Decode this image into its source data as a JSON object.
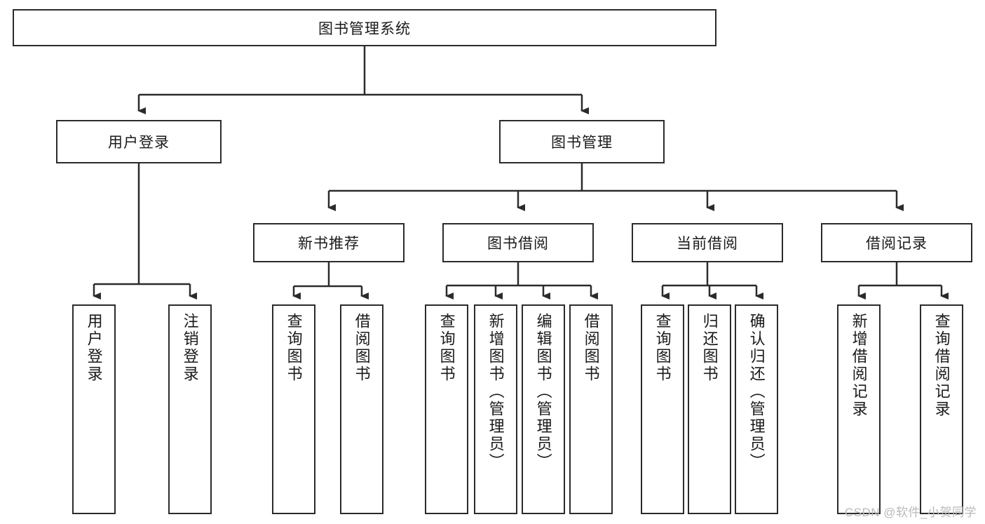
{
  "diagram": {
    "title": "图书管理系统",
    "type": "tree-hierarchy-chart",
    "watermark": "CSDN @软件_小贺同学",
    "colors": {
      "box_border": "#2b2b2b",
      "box_fill": "#ffffff",
      "line": "#2b2b2b",
      "text": "#1a1a1a",
      "watermark": "#b9b9b9"
    },
    "root": {
      "label": "图书管理系统"
    },
    "level2": [
      {
        "label": "用户登录"
      },
      {
        "label": "图书管理"
      }
    ],
    "level3": [
      {
        "label": "新书推荐"
      },
      {
        "label": "图书借阅"
      },
      {
        "label": "当前借阅"
      },
      {
        "label": "借阅记录"
      }
    ],
    "leaves": {
      "user_login": [
        {
          "label": "用户登录"
        },
        {
          "label": "注销登录"
        }
      ],
      "new_book_recommend": [
        {
          "label": "查询图书"
        },
        {
          "label": "借阅图书"
        }
      ],
      "book_borrow": [
        {
          "label": "查询图书"
        },
        {
          "label": "新增图书（管理员）"
        },
        {
          "label": "编辑图书（管理员）"
        },
        {
          "label": "借阅图书"
        }
      ],
      "current_borrow": [
        {
          "label": "查询图书"
        },
        {
          "label": "归还图书"
        },
        {
          "label": "确认归还（管理员）"
        }
      ],
      "borrow_record": [
        {
          "label": "新增借阅记录"
        },
        {
          "label": "查询借阅记录"
        }
      ]
    }
  }
}
